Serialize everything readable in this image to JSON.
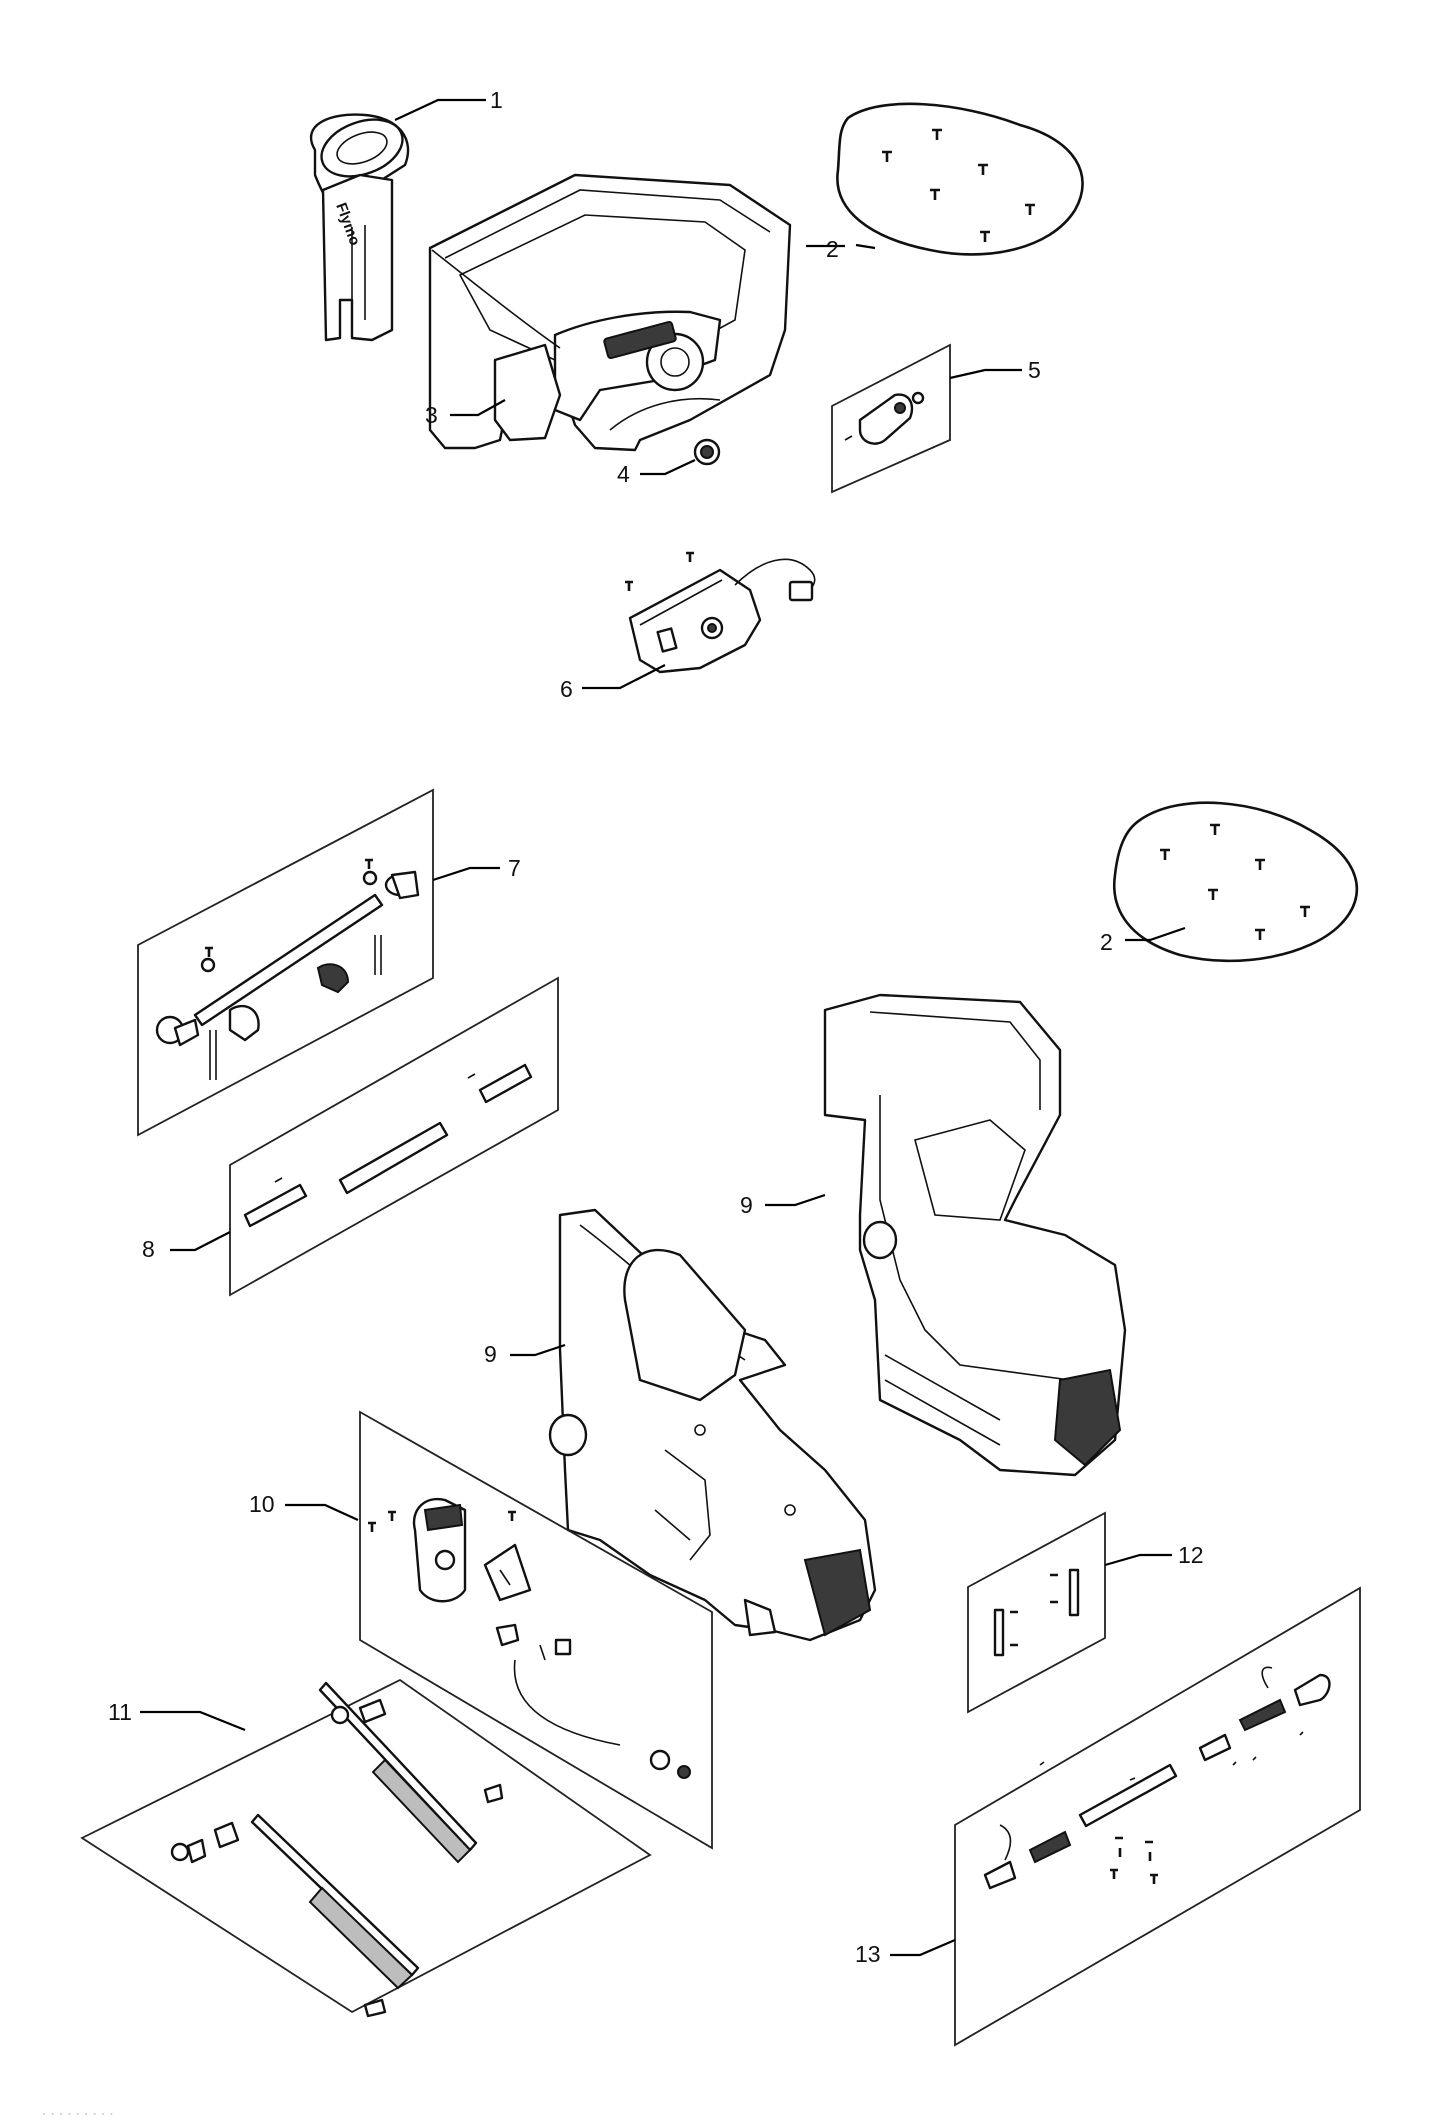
{
  "callouts": {
    "c1": "1",
    "c2a": "2",
    "c2b": "2",
    "c3": "3",
    "c4": "4",
    "c5": "5",
    "c6": "6",
    "c7": "7",
    "c8": "8",
    "c9a": "9",
    "c9b": "9",
    "c10": "10",
    "c11": "11",
    "c12": "12",
    "c13": "13"
  },
  "logo_text": "Flymo",
  "footer_marks": "·········"
}
